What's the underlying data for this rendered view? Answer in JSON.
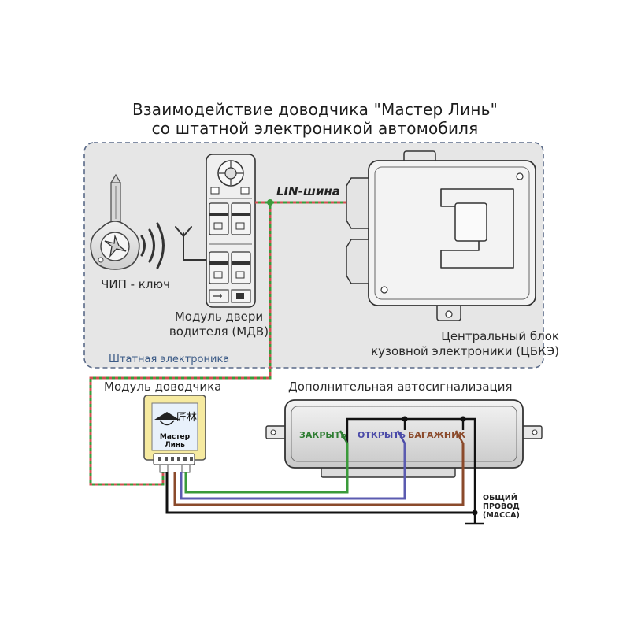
{
  "title": {
    "line1": "Взаимодействие доводчика \"Мастер Линь\"",
    "line2": "со штатной электроникой автомобиля"
  },
  "zone": {
    "label": "Штатная электроника"
  },
  "chip_key": {
    "label": "ЧИП - ключ"
  },
  "door_module": {
    "label_line1": "Модуль двери",
    "label_line2": "водителя (МДВ)"
  },
  "lin_bus": {
    "label": "LIN-шина"
  },
  "body_unit": {
    "label_line1": "Центральный блок",
    "label_line2": "кузовной электроники (ЦБКЭ)"
  },
  "closer": {
    "label": "Модуль доводчика",
    "logo_text": "Мастер Линь",
    "logo_glyph": "匠林"
  },
  "alarm": {
    "label": "Дополнительная автосигнализация",
    "switches": [
      {
        "label": "ЗАКРЫТЬ",
        "color": "#2e7d32"
      },
      {
        "label": "ОТКРЫТЬ",
        "color": "#4a4aa8"
      },
      {
        "label": "БАГАЖНИК",
        "color": "#8b4a2b"
      }
    ]
  },
  "ground": {
    "line1": "ОБЩИЙ",
    "line2": "ПРОВОД",
    "line3": "(МАССА)"
  },
  "colors": {
    "zone_fill": "#e6e6e6",
    "zone_border": "#5a6a88",
    "wire_green": "#3a9a3a",
    "wire_red": "#d05050",
    "wire_blue": "#5b5bb0",
    "wire_brown": "#8b4a2b",
    "wire_black": "#111111",
    "module_yellow": "#f6eaa0"
  }
}
